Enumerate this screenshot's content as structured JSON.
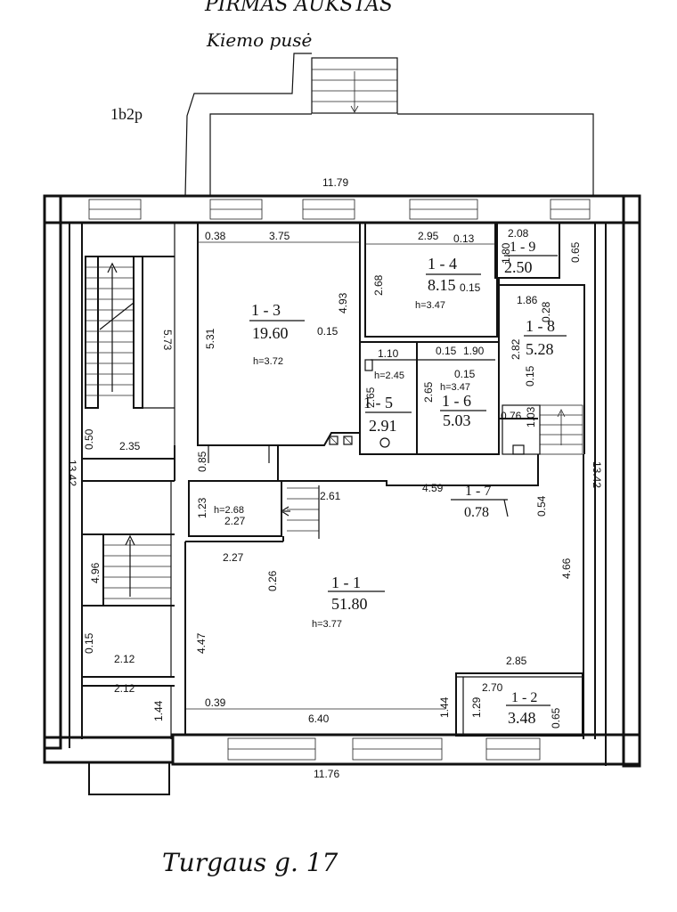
{
  "header": {
    "title_partial": "PIRMAS AUKŠTAS",
    "side_note": "Kiemo pusė",
    "plan_code": "1b2p",
    "address": "Turgaus g. 17"
  },
  "rooms": [
    {
      "id": "1 - 1",
      "area": "51.80",
      "height": "h=3.77"
    },
    {
      "id": "1 - 2",
      "area": "3.48"
    },
    {
      "id": "1 - 3",
      "area": "19.60",
      "height": "h=3.72"
    },
    {
      "id": "1 - 4",
      "area": "8.15",
      "height": "h=3.47"
    },
    {
      "id": "1 - 5",
      "area": "2.91",
      "height": "h=2.45"
    },
    {
      "id": "1 - 6",
      "area": "5.03",
      "height": "h=3.47"
    },
    {
      "id": "1 - 7",
      "area": "0.78"
    },
    {
      "id": "1 - 8",
      "area": "5.28"
    },
    {
      "id": "1 - 9",
      "area": "2.50"
    }
  ],
  "stair_height": "h=2.68",
  "dimensions": [
    "11.79",
    "0.38",
    "3.75",
    "2.95",
    "0.13",
    "2.08",
    "0.65",
    "1.80",
    "0.15",
    "2.68",
    "4.93",
    "1.86",
    "0.28",
    "5.31",
    "0.15",
    "1.10",
    "0.15",
    "1.90",
    "2.82",
    "0.15",
    "2.65",
    "2.65",
    "0.15",
    "0.76",
    "1.03",
    "5.73",
    "0.50",
    "2.35",
    "0.85",
    "13.42",
    "1.23",
    "2.27",
    "2.61",
    "4.59",
    "0.54",
    "13.42",
    "2.27",
    "0.26",
    "4.96",
    "4.66",
    "4.47",
    "0.15",
    "2.12",
    "2.12",
    "2.85",
    "2.70",
    "1.44",
    "0.39",
    "6.40",
    "1.44",
    "1.29",
    "0.65",
    "11.76"
  ]
}
